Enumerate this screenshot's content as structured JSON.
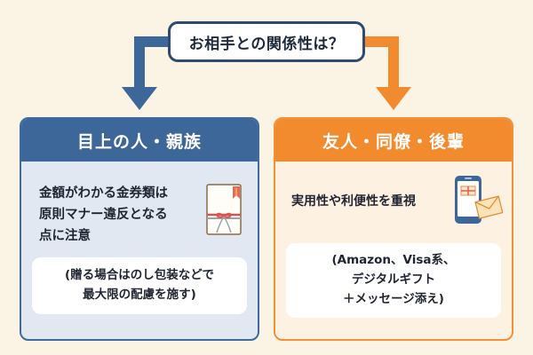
{
  "question": "お相手との関係性は？",
  "left_panel": {
    "title": "目上の人・親族",
    "notice_lines": [
      "金額がわかる金券類は",
      "原則マナー違反となる",
      "点に注意"
    ],
    "note_lines": [
      "(贈る場合はのし包装などで",
      "最大限の配慮を施す)"
    ],
    "icon": "noshi-gift-envelope-icon"
  },
  "right_panel": {
    "title": "友人・同僚・後輩",
    "recommend": "実用性や利便性を重視",
    "note_lines": [
      "(Amazon、Visa系、",
      "デジタルギフト",
      "＋メッセージ添え)"
    ],
    "icon": "smartphone-envelope-icon"
  },
  "colors": {
    "background": "#fbf3e4",
    "navy": "#3e6799",
    "orange": "#f28a2e",
    "left_panel_bg": "#e1e8f2",
    "right_panel_bg": "#fdf1e2"
  }
}
